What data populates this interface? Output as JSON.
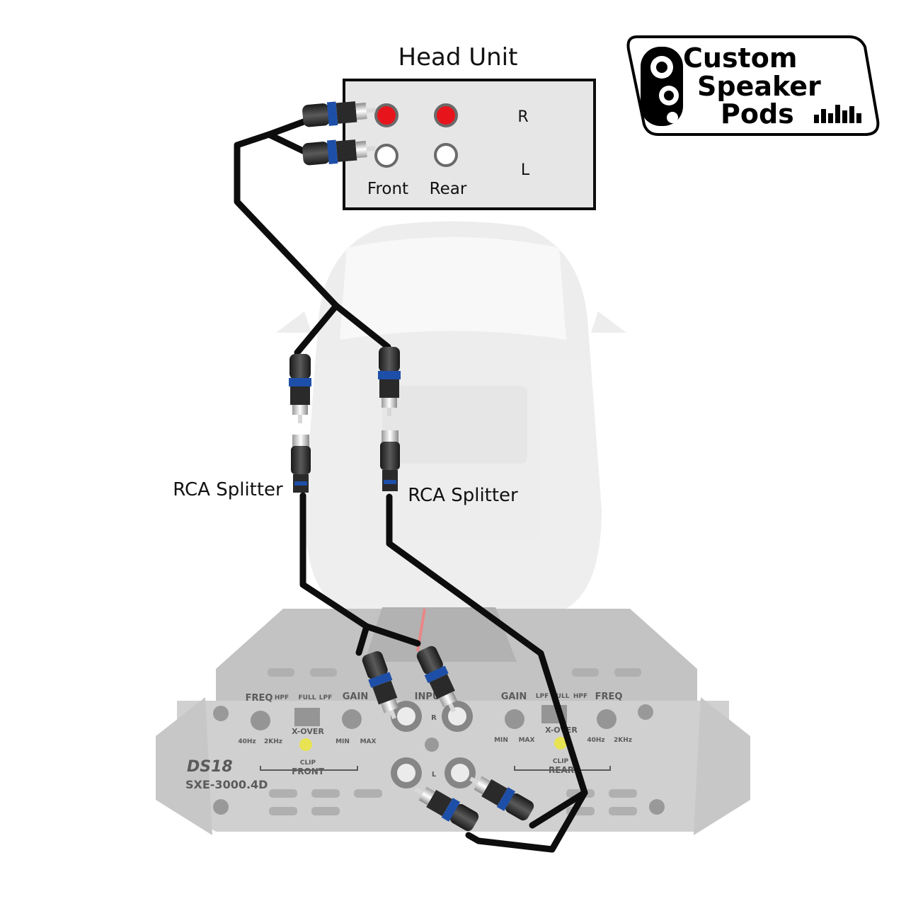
{
  "head_unit": {
    "title": "Head Unit",
    "channel_r": "R",
    "channel_l": "L",
    "front_label": "Front",
    "rear_label": "Rear"
  },
  "logo": {
    "line1": "Custom",
    "line2": "Speaker",
    "line3": "Pods"
  },
  "splitters": {
    "left_label": "RCA Splitter",
    "right_label": "RCA Splitter"
  },
  "amplifier": {
    "brand": "DS18",
    "model": "SXE-3000.4D",
    "freq_left": "FREQ",
    "freq_right": "FREQ",
    "gain_left": "GAIN",
    "gain_right": "GAIN",
    "xover_left": "X-OVER",
    "xover_right": "X-OVER",
    "hpf_left": "HPF",
    "full_left": "FULL",
    "lpf_left": "LPF",
    "lpf_right": "LPF",
    "full_right": "FULL",
    "hpf_right": "HPF",
    "hz40_left": "40Hz",
    "khz2_left": "2KHz",
    "hz40_right": "40Hz",
    "khz2_right": "2KHz",
    "min_left": "MIN",
    "max_left": "MAX",
    "min_right": "MIN",
    "max_right": "MAX",
    "input_label": "INPUT",
    "input_r": "R",
    "input_l": "L",
    "clip_left": "CLIP",
    "clip_right": "CLIP",
    "front_section": "FRONT",
    "rear_section": "REAR"
  },
  "colors": {
    "cable": "#0d0d0d",
    "plug_blue": "#1e4fa8",
    "jack_red": "#e8141c",
    "head_unit_fill": "#e6e6e6",
    "amp_body": "#c9c9c9",
    "clip_led": "#e6e040"
  }
}
